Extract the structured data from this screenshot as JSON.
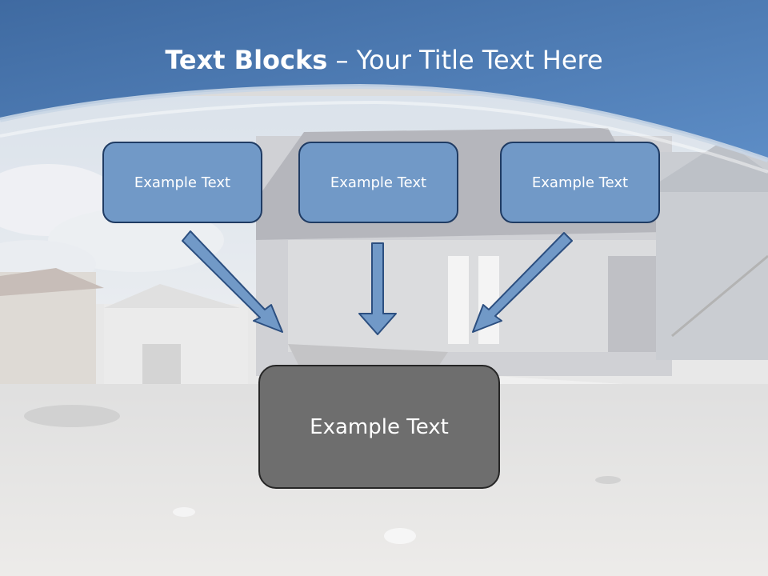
{
  "title": {
    "bold": "Text Blocks",
    "rest": " – Your Title Text Here"
  },
  "top_boxes": [
    {
      "label": "Example Text"
    },
    {
      "label": "Example Text"
    },
    {
      "label": "Example Text"
    }
  ],
  "bottom_box": {
    "label": "Example Text"
  },
  "colors": {
    "header_blue": "#4a76ac",
    "box_blue": "#7199c7",
    "box_gray": "#6e6e6e",
    "arrow_fill": "#7199c7",
    "arrow_stroke": "#2c4f80"
  }
}
